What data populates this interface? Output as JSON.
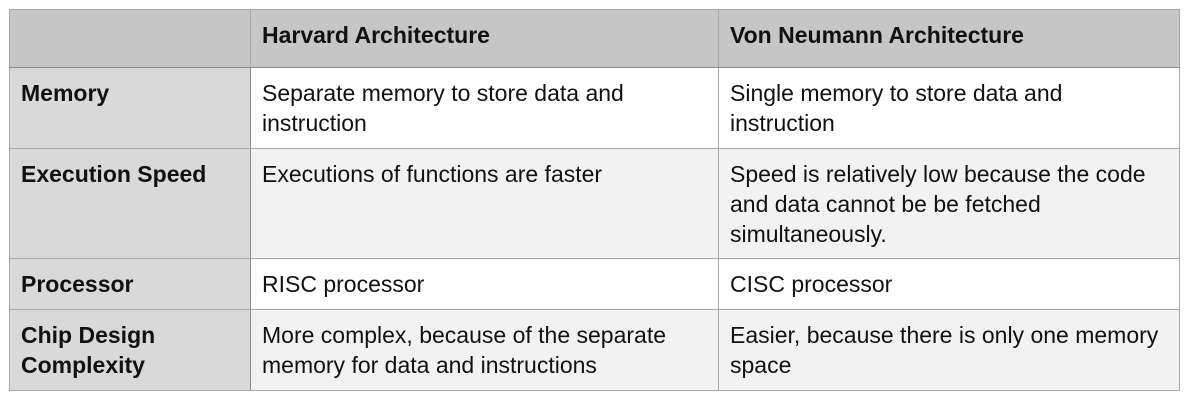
{
  "table": {
    "headers": [
      "",
      "Harvard Architecture",
      "Von Neumann Architecture"
    ],
    "rows": [
      {
        "label": "Memory",
        "harvard": "Separate memory to store data and instruction",
        "von_neumann": "Single memory to store data and instruction"
      },
      {
        "label": "Execution Speed",
        "harvard": "Executions of functions are faster",
        "von_neumann": "Speed is relatively low because the code and data cannot be be fetched simultaneously."
      },
      {
        "label": "Processor",
        "harvard": "RISC processor",
        "von_neumann": "CISC processor"
      },
      {
        "label": "Chip Design Complexity",
        "harvard": "More complex, because of the separate memory for data and instructions",
        "von_neumann": "Easier, because there is only one memory space"
      }
    ]
  }
}
